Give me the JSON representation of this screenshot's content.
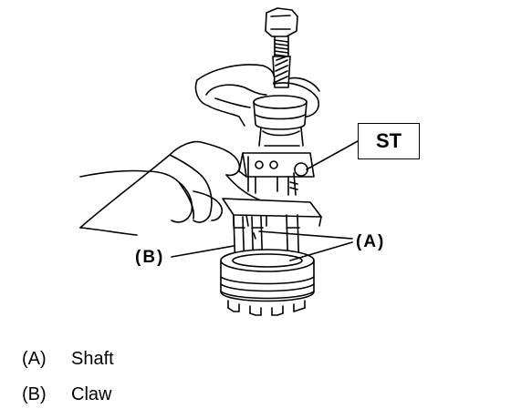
{
  "callouts": {
    "st": "ST",
    "a": "(A)",
    "b": "(B)"
  },
  "legend": [
    {
      "key": "(A)",
      "text": "Shaft"
    },
    {
      "key": "(B)",
      "text": "Claw"
    }
  ]
}
